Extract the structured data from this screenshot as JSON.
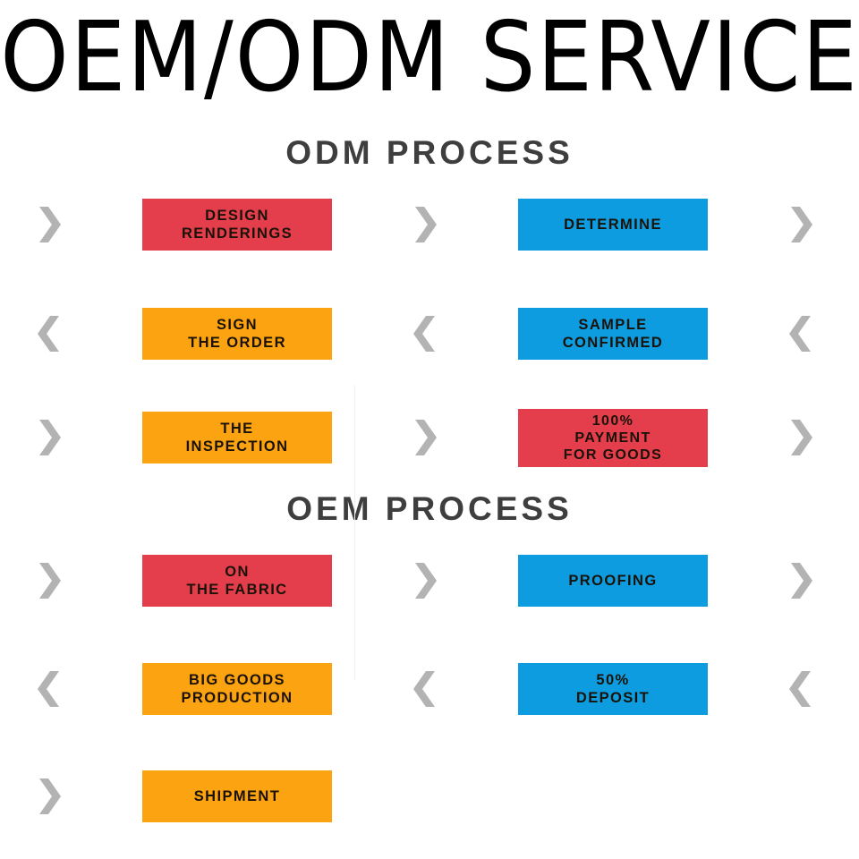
{
  "title": {
    "text": "OEM/ODM SERVICE",
    "visible_text": "EM/ODM SERVIC"
  },
  "colors": {
    "red": "#e43e4d",
    "blue": "#0d9ce0",
    "orange": "#fca311",
    "arrow_gray": "#b3b3b3",
    "heading_gray": "#3e3e3e",
    "background": "#ffffff",
    "box_text": "#1a1208"
  },
  "sections": [
    {
      "heading": "ODM PROCESS",
      "rows": [
        {
          "direction": "right",
          "left_arrow": "chevron-right-icon",
          "mid_arrow": "chevron-right-icon",
          "right_arrow": "chevron-right-icon",
          "box1": {
            "lines": [
              "DESIGN",
              "RENDERINGS"
            ],
            "color": "red"
          },
          "box2": {
            "lines": [
              "DETERMINE"
            ],
            "color": "blue"
          }
        },
        {
          "direction": "left",
          "left_arrow": "chevron-left-icon",
          "mid_arrow": "chevron-left-icon",
          "right_arrow": "chevron-left-icon",
          "box1": {
            "lines": [
              "SIGN",
              "THE ORDER"
            ],
            "color": "orange"
          },
          "box2": {
            "lines": [
              "SAMPLE",
              "CONFIRMED"
            ],
            "color": "blue"
          }
        },
        {
          "direction": "right",
          "left_arrow": "chevron-right-icon",
          "mid_arrow": "chevron-right-icon",
          "right_arrow": "chevron-right-icon",
          "box1": {
            "lines": [
              "THE",
              "INSPECTION"
            ],
            "color": "orange"
          },
          "box2": {
            "lines": [
              "100%",
              "PAYMENT",
              "FOR GOODS"
            ],
            "color": "red"
          }
        }
      ]
    },
    {
      "heading": "OEM PROCESS",
      "rows": [
        {
          "direction": "right",
          "left_arrow": "chevron-right-icon",
          "mid_arrow": "chevron-right-icon",
          "right_arrow": "chevron-right-icon",
          "box1": {
            "lines": [
              "ON",
              "THE FABRIC"
            ],
            "color": "red"
          },
          "box2": {
            "lines": [
              "PROOFING"
            ],
            "color": "blue"
          }
        },
        {
          "direction": "left",
          "left_arrow": "chevron-left-icon",
          "mid_arrow": "chevron-left-icon",
          "right_arrow": "chevron-left-icon",
          "box1": {
            "lines": [
              "BIG GOODS",
              "PRODUCTION"
            ],
            "color": "orange"
          },
          "box2": {
            "lines": [
              "50%",
              "DEPOSIT"
            ],
            "color": "blue"
          }
        },
        {
          "direction": "right",
          "left_arrow": "chevron-right-icon",
          "mid_arrow": null,
          "right_arrow": null,
          "box1": {
            "lines": [
              "SHIPMENT"
            ],
            "color": "orange"
          },
          "box2": null
        }
      ]
    }
  ]
}
